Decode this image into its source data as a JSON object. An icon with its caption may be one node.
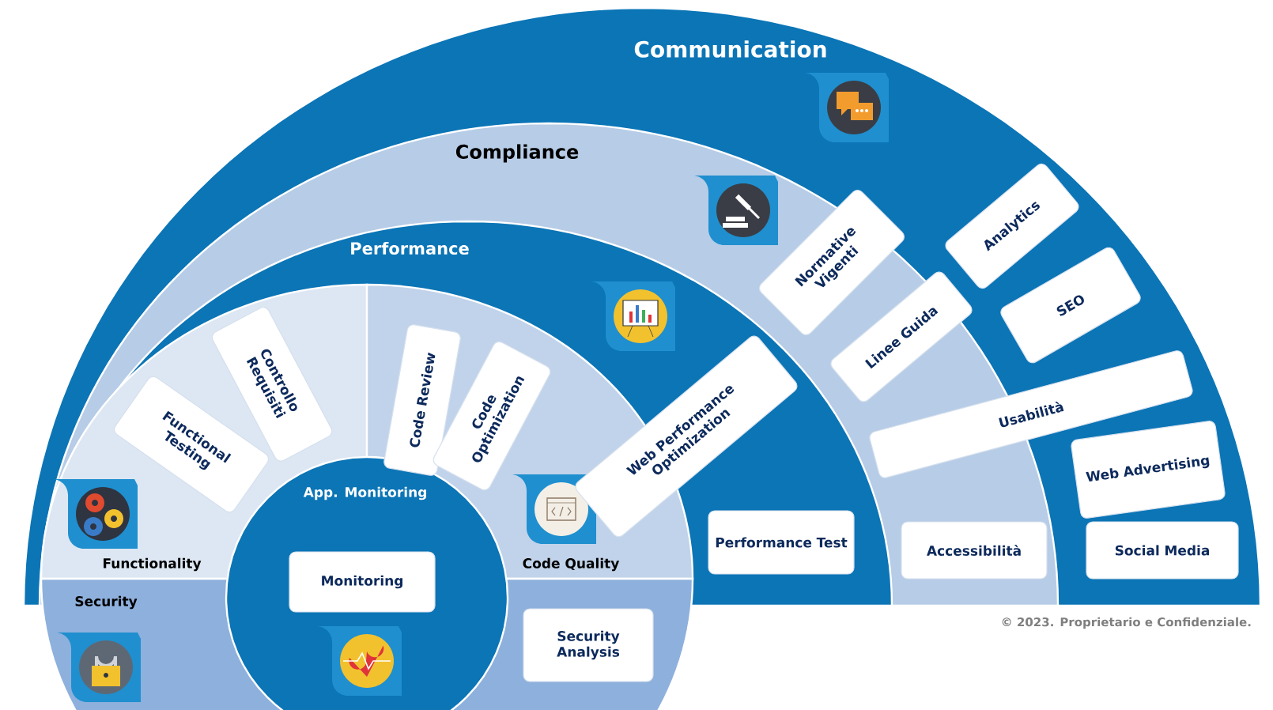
{
  "diagram": {
    "nodes": [
      {
        "text": [
          "Communication"
        ]
      },
      {
        "text": [
          "Compliance"
        ],
        "in": 0
      },
      {
        "text": [
          "Performance"
        ],
        "in": 1
      },
      {
        "text": [
          "Functionality"
        ],
        "in": 2
      },
      {
        "text": [
          "Functional Testing"
        ],
        "in": 3
      },
      {
        "text": [
          "Controllo Requisiti"
        ],
        "in": 3
      },
      {
        "text": [
          "Code Quality"
        ],
        "in": 2
      },
      {
        "text": [
          "Code Review"
        ],
        "in": 6
      },
      {
        "text": [
          "Code Optimization"
        ],
        "in": 6
      },
      {
        "text": [
          "Web Performance Optimization"
        ],
        "in": 2
      },
      {
        "text": [
          "Performance Test"
        ],
        "in": 2
      },
      {
        "text": [
          "Normative Vigenti"
        ],
        "in": 1
      },
      {
        "text": [
          "Linee Guida"
        ],
        "in": 1
      },
      {
        "text": [
          "Accessibilità"
        ],
        "in": 1
      },
      {
        "text": [
          "Usabilità"
        ],
        "in": 0
      },
      {
        "text": [
          "Analytics"
        ],
        "in": 0
      },
      {
        "text": [
          "SEO"
        ],
        "in": 0
      },
      {
        "text": [
          "Web Advertising"
        ],
        "in": 0
      },
      {
        "text": [
          "Social Media"
        ],
        "in": 0
      },
      {
        "text": [
          "App. Monitoring"
        ]
      },
      {
        "text": [
          "Monitoring"
        ],
        "in": 19
      },
      {
        "text": [
          "Security"
        ]
      },
      {
        "text": [
          "Security Analysis"
        ],
        "in": 21
      }
    ],
    "labels": [
      "© 2023. Proprietario e Confidenziale."
    ]
  }
}
